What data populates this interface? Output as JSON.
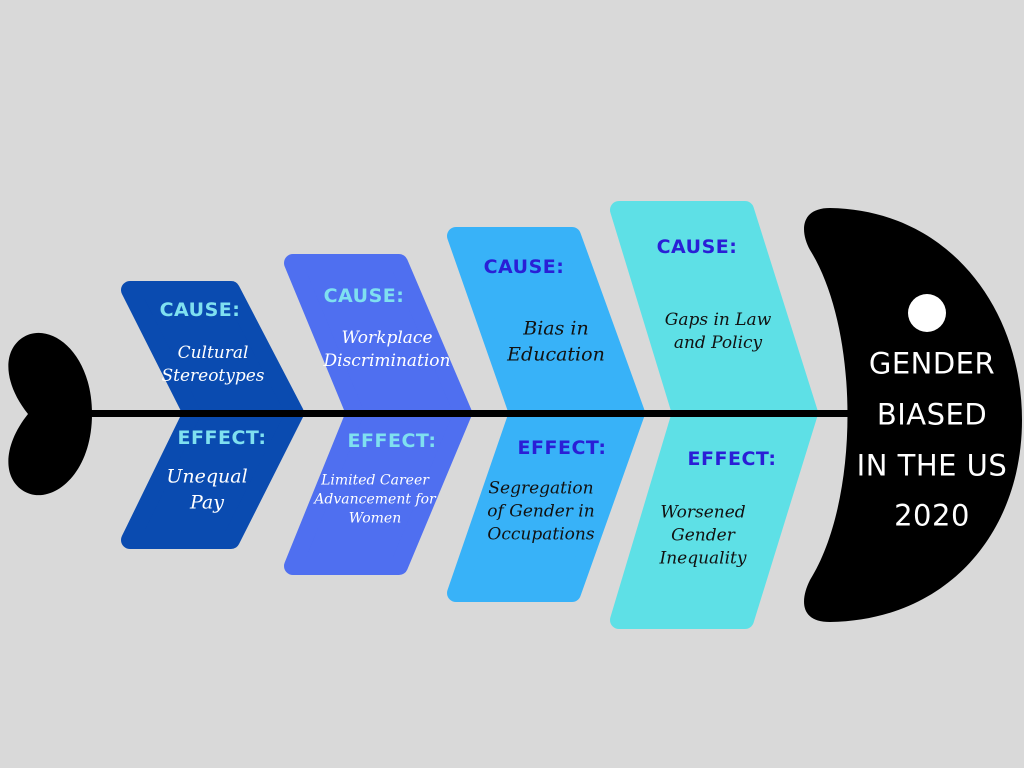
{
  "colors": {
    "background": "#d9d9d9",
    "spine": "#000000",
    "head": "#000000",
    "tail": "#000000",
    "bone1": "#0a4bb0",
    "bone2": "#4f6ff0",
    "bone3": "#38b2f8",
    "bone4": "#5ee0e6",
    "head_text": "#ffffff"
  },
  "head": {
    "lines": [
      "GENDER",
      "BIASED",
      "IN THE US",
      "2020"
    ]
  },
  "bones": [
    {
      "fill": "#0a4bb0",
      "cause_label": "CAUSE:",
      "cause_label_color": "#7fe0f0",
      "cause_lines": [
        "Cultural",
        "Stereotypes"
      ],
      "cause_text_color": "#ffffff",
      "effect_label": "EFFECT:",
      "effect_label_color": "#7fe0f0",
      "effect_lines": [
        "Unequal",
        "Pay"
      ],
      "effect_text_color": "#ffffff"
    },
    {
      "fill": "#4f6ff0",
      "cause_label": "CAUSE:",
      "cause_label_color": "#7fe0f0",
      "cause_lines": [
        "Workplace",
        "Discrimination"
      ],
      "cause_text_color": "#ffffff",
      "effect_label": "EFFECT:",
      "effect_label_color": "#7fe0f0",
      "effect_lines": [
        "Limited Career",
        "Advancement for",
        "Women"
      ],
      "effect_text_color": "#ffffff"
    },
    {
      "fill": "#38b2f8",
      "cause_label": "CAUSE:",
      "cause_label_color": "#2a1fd6",
      "cause_lines": [
        "Bias in",
        "Education"
      ],
      "cause_text_color": "#111111",
      "effect_label": "EFFECT:",
      "effect_label_color": "#2a1fd6",
      "effect_lines": [
        "Segregation",
        "of Gender in",
        "Occupations"
      ],
      "effect_text_color": "#111111"
    },
    {
      "fill": "#5ee0e6",
      "cause_label": "CAUSE:",
      "cause_label_color": "#2a1fd6",
      "cause_lines": [
        "Gaps in Law",
        "and Policy"
      ],
      "cause_text_color": "#111111",
      "effect_label": "EFFECT:",
      "effect_label_color": "#2a1fd6",
      "effect_lines": [
        "Worsened",
        "Gender",
        "Inequality"
      ],
      "effect_text_color": "#111111"
    }
  ]
}
